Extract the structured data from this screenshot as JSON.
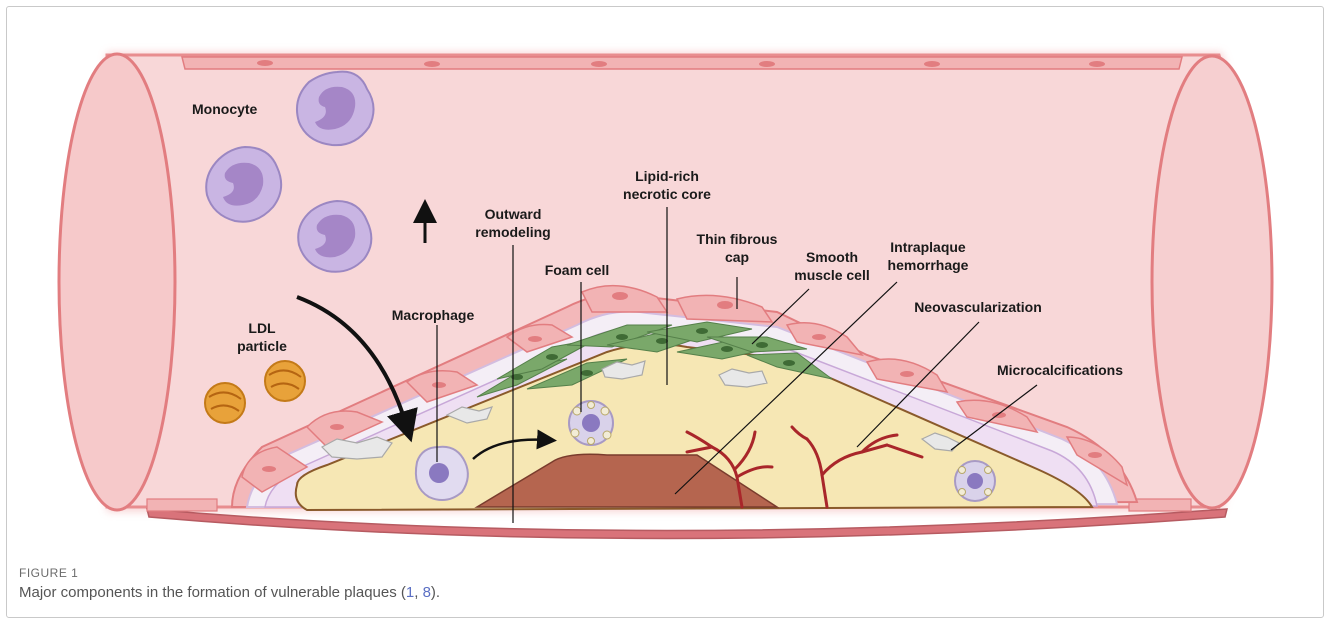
{
  "labels": {
    "monocyte": "Monocyte",
    "ldl_line1": "LDL",
    "ldl_line2": "particle",
    "outward_line1": "Outward",
    "outward_line2": "remodeling",
    "lipid_line1": "Lipid-rich",
    "lipid_line2": "necrotic core",
    "cap_line1": "Thin fibrous",
    "cap_line2": "cap",
    "smc_line1": "Smooth",
    "smc_line2": "muscle cell",
    "hem_line1": "Intraplaque",
    "hem_line2": "hemorrhage",
    "foam": "Foam cell",
    "macrophage": "Macrophage",
    "neovascularization": "Neovascularization",
    "microcalcifications": "Microcalcifications"
  },
  "caption": {
    "label": "FIGURE 1",
    "text_before": "Major components in the formation of vulnerable plaques (",
    "ref1": "1",
    "sep": ", ",
    "ref2": "8",
    "text_after": ")."
  },
  "colors": {
    "lumen": "#f8d7d8",
    "vessel_wall": "#e88d8f",
    "plaque": "#f6e7b4",
    "necrotic_core": "#b5654f",
    "smooth_muscle": "#7aa86a",
    "monocyte": "#c9b5e3",
    "ldl": "#e8a23a",
    "vessel_red": "#a9262a"
  }
}
